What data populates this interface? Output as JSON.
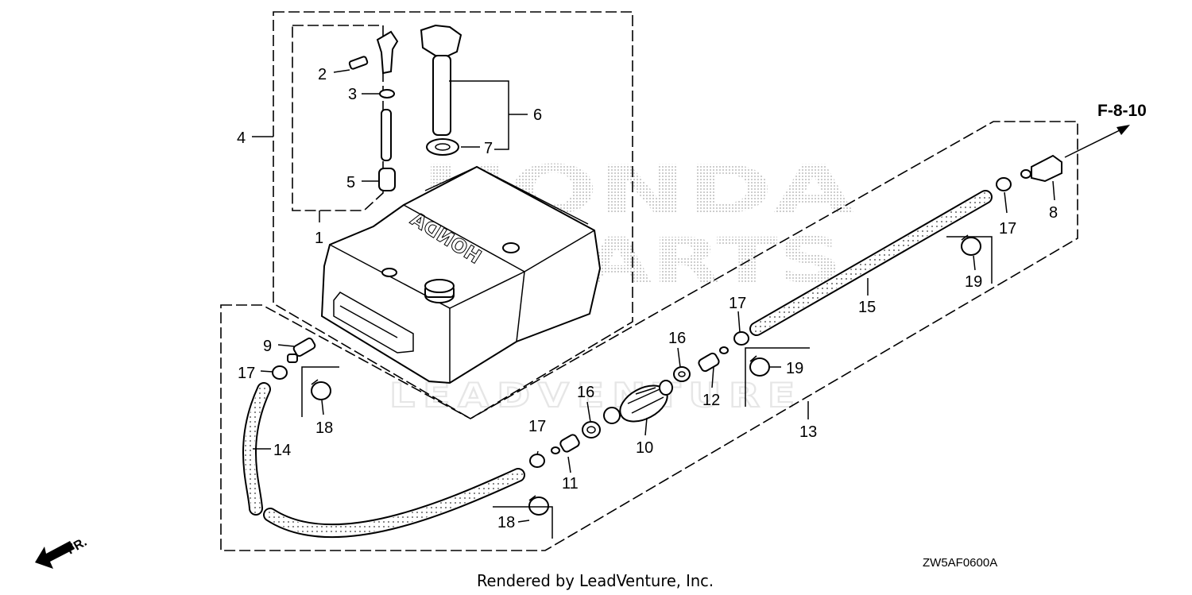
{
  "diagram": {
    "reference_link": "F-8-10",
    "direction_label": "FR.",
    "diagram_code": "ZW5AF0600A",
    "footer": "Rendered by LeadVenture, Inc.",
    "watermark": {
      "line1": "HONDA",
      "line2": "PARTS",
      "line3": "LEADVENTURE"
    },
    "callouts": {
      "c1": "1",
      "c2": "2",
      "c3": "3",
      "c4": "4",
      "c5": "5",
      "c6": "6",
      "c7": "7",
      "c8": "8",
      "c9": "9",
      "c10": "10",
      "c11": "11",
      "c12": "12",
      "c13": "13",
      "c14": "14",
      "c15": "15",
      "c16a": "16",
      "c16b": "16",
      "c17a": "17",
      "c17b": "17",
      "c17c": "17",
      "c17d": "17",
      "c18a": "18",
      "c18b": "18",
      "c19a": "19",
      "c19b": "19"
    },
    "tank_embossing": "HONDA"
  }
}
